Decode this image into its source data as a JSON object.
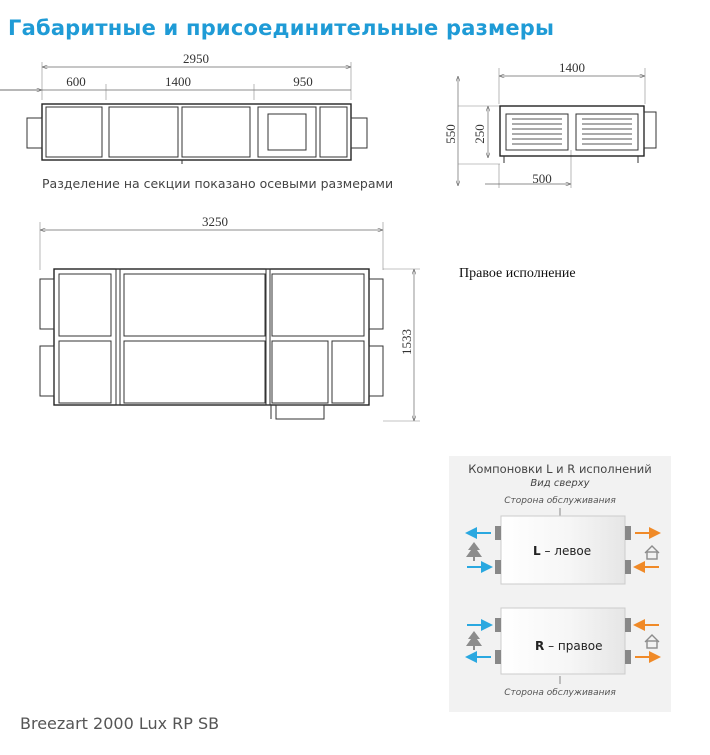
{
  "title": "Габаритные и присоединительные размеры",
  "top_view": {
    "dim_total": "2950",
    "dim_sections": [
      "600",
      "1400",
      "950"
    ],
    "caption": "Разделение на секции показано осевыми размерами"
  },
  "side_view": {
    "dim_width": "1400",
    "dim_height": "550",
    "dim_inner_height": "250",
    "dim_offset": "500"
  },
  "plan_view": {
    "dim_total": "3250",
    "dim_height": "1533",
    "caption": "Правое исполнение"
  },
  "legend": {
    "title": "Компоновки L и R исполнений",
    "subtitle": "Вид сверху",
    "service_side_top": "Сторона обслуживания",
    "service_side_bottom": "Сторона обслуживания",
    "left_letter": "L",
    "left_text": " – левое",
    "right_letter": "R",
    "right_text": " – правое",
    "colors": {
      "supply": "#2aa8e0",
      "exhaust": "#f08a28",
      "icon": "#8c8c8c"
    }
  },
  "footer": "Breezart 2000 Lux RP SB"
}
